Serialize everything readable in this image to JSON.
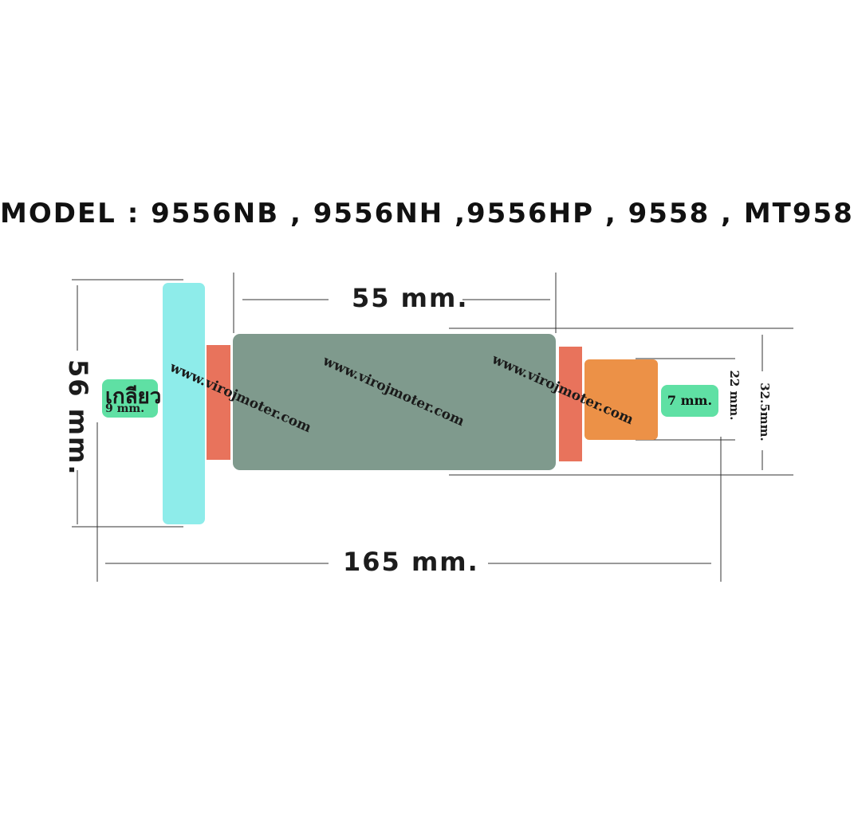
{
  "title": "MODEL : 9556NB , 9556NH ,9556HP , 9558 , MT958",
  "dimensions": {
    "overall_length": "165 mm.",
    "core_length": "55 mm.",
    "fan_diameter": "56 mm.",
    "thread_label": "เกลียว",
    "thread_size": "9 mm.",
    "shaft_end": "7 mm.",
    "bearing_seat": "22 mm.",
    "core_diameter": "32.5mm."
  },
  "watermark": "www.virojmoter.com",
  "colors": {
    "fan": "#8eecea",
    "commutator_plate": "#e8735c",
    "armature_core": "#7f9a8d",
    "bearing": "#ec9147",
    "badge": "#5fe0a4"
  }
}
